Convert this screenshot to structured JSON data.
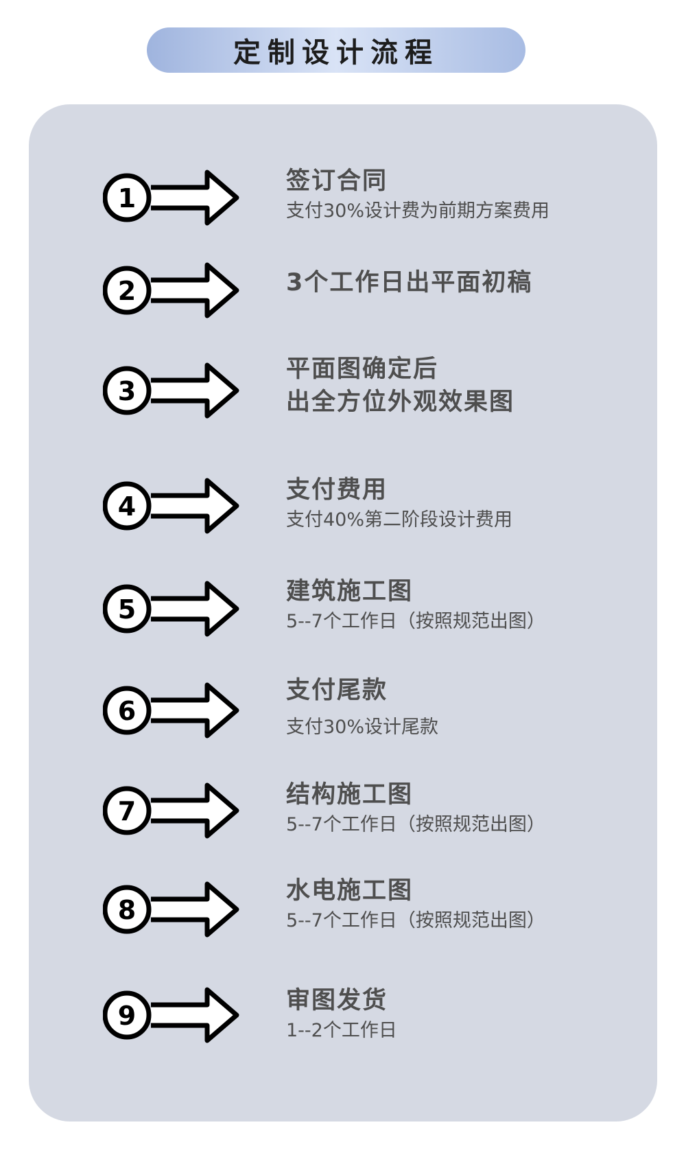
{
  "title": "定制设计流程",
  "steps": [
    {
      "number": "1",
      "title": "签订合同",
      "subtitle": "支付30%设计费为前期方案费用"
    },
    {
      "number": "2",
      "title": "3个工作日出平面初稿",
      "subtitle": ""
    },
    {
      "number": "3",
      "title": "平面图确定后",
      "title_line2": "出全方位外观效果图",
      "subtitle": ""
    },
    {
      "number": "4",
      "title": "支付费用",
      "subtitle": "支付40%第二阶段设计费用"
    },
    {
      "number": "5",
      "title": "建筑施工图",
      "subtitle": "5--7个工作日（按照规范出图）"
    },
    {
      "number": "6",
      "title": "支付尾款",
      "subtitle": "支付30%设计尾款"
    },
    {
      "number": "7",
      "title": "结构施工图",
      "subtitle": "5--7个工作日（按照规范出图）"
    },
    {
      "number": "8",
      "title": "水电施工图",
      "subtitle": "5--7个工作日（按照规范出图）"
    },
    {
      "number": "9",
      "title": "审图发货",
      "subtitle": "1--2个工作日"
    }
  ],
  "colors": {
    "panel": "#d5d9e3",
    "text": "#4e4e4e",
    "icon_stroke": "#000000"
  }
}
